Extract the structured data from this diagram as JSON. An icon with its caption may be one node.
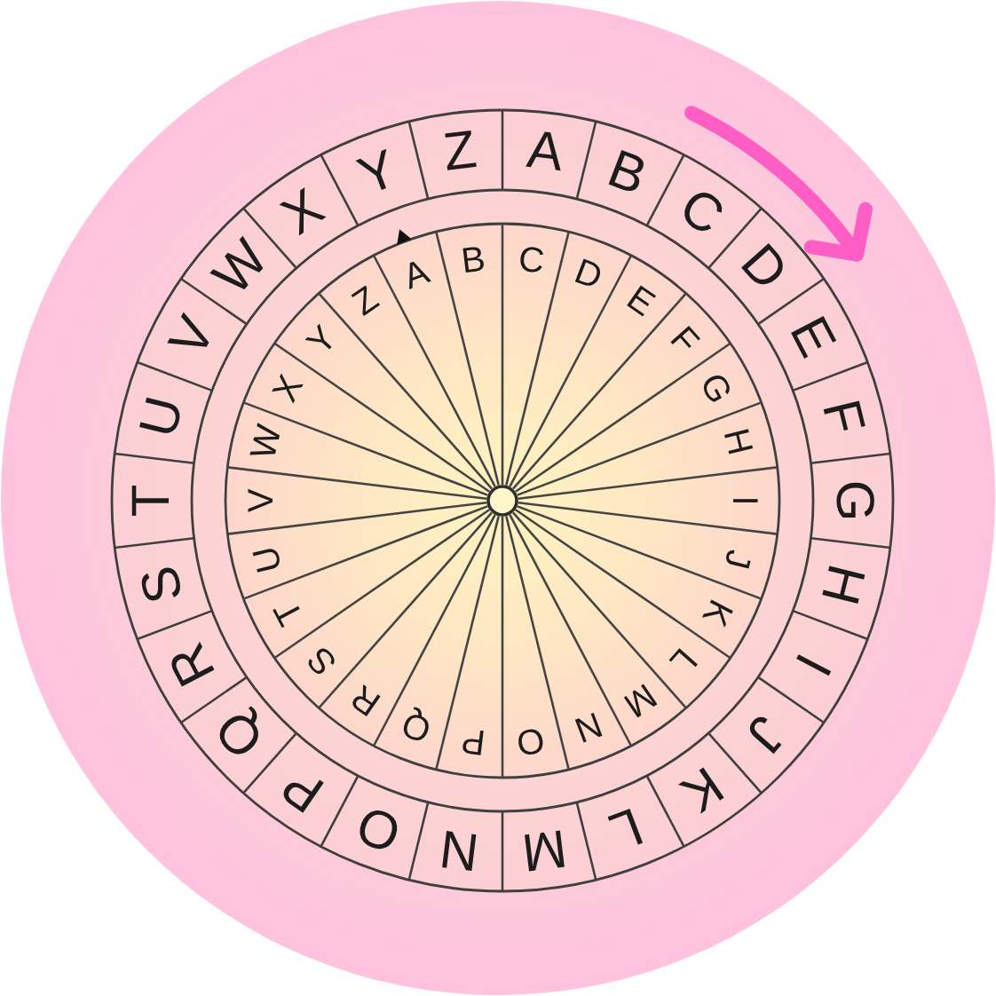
{
  "diagram": {
    "labels": [
      "A",
      "B",
      "C",
      "D",
      "E",
      "F",
      "G",
      "H",
      "I",
      "J",
      "K",
      "L",
      "M",
      "N",
      "O",
      "P",
      "Q",
      "R",
      "S",
      "T",
      "U",
      "V",
      "W",
      "X",
      "Y",
      "Z",
      "A",
      "B",
      "C",
      "D",
      "E",
      "F",
      "G",
      "H",
      "I",
      "J",
      "K",
      "L",
      "M",
      "N",
      "O",
      "P",
      "Q",
      "R",
      "S",
      "T",
      "U",
      "V",
      "W",
      "X",
      "Y",
      "Z"
    ]
  }
}
